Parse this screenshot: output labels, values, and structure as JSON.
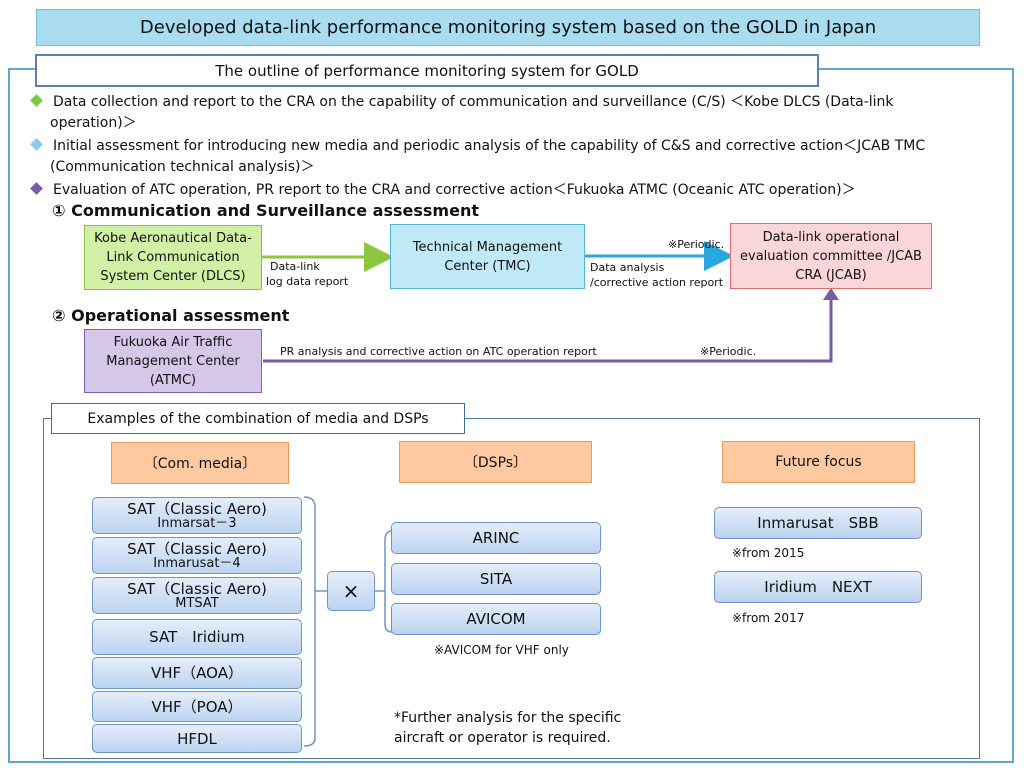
{
  "title": "Developed data-link performance monitoring system based on the GOLD in Japan",
  "outline": "The outline of performance monitoring  system for GOLD",
  "bullets": [
    {
      "color": "#7ac943",
      "line1": "Data collection and report to the CRA on the capability of communication and surveillance (C/S) ＜Kobe DLCS (Data-link",
      "line2": "operation)＞"
    },
    {
      "color": "#8ecae6",
      "line1": "Initial assessment for introducing new media and periodic analysis of the capability of C&S and corrective action＜JCAB TMC",
      "line2": "(Communication technical analysis)＞"
    },
    {
      "color": "#7a5aa3",
      "line1": "Evaluation of ATC operation, PR report to the CRA and corrective action＜Fukuoka ATMC (Oceanic ATC operation)＞",
      "line2": ""
    }
  ],
  "section1": "① Communication and Surveillance assessment",
  "section2": "② Operational assessment",
  "nodes": {
    "dlcs": "Kobe Aeronautical Data-Link Communication System Center (DLCS)",
    "tmc": "Technical Management Center (TMC)",
    "cra": "Data-link operational evaluation committee /JCAB CRA (JCAB)",
    "atmc": "Fukuoka Air Traffic Management Center (ATMC)"
  },
  "edges": {
    "dlcs_tmc_1": "Data-link",
    "dlcs_tmc_2": "log data report",
    "tmc_cra_1": "Data analysis",
    "tmc_cra_2": "/corrective action report",
    "tmc_cra_periodic": "※Periodic.",
    "atmc_cra": "PR analysis and corrective action on ATC operation report",
    "atmc_cra_periodic": "※Periodic."
  },
  "examples_label": "Examples of the combination of media and DSPs",
  "headers": {
    "media": "〔Com. media〕",
    "dsps": "〔DSPs〕",
    "future": "Future focus"
  },
  "media": [
    {
      "l1": "SAT（Classic Aero)",
      "l2": "Inmarsat－3"
    },
    {
      "l1": "SAT（Classic Aero)",
      "l2": "Inmarusat－4"
    },
    {
      "l1": "SAT（Classic Aero)",
      "l2": "MTSAT"
    },
    {
      "l1": "SAT　Iridium",
      "l2": ""
    },
    {
      "l1": "VHF（AOA）",
      "l2": ""
    },
    {
      "l1": "VHF（POA）",
      "l2": ""
    },
    {
      "l1": "HFDL",
      "l2": ""
    }
  ],
  "times": "×",
  "dsps": [
    "ARINC",
    "SITA",
    "AVICOM"
  ],
  "dsp_note": "※AVICOM for VHF only",
  "future": [
    {
      "label": "Inmarusat　SBB",
      "note": "※from 2015"
    },
    {
      "label": "Iridium　NEXT",
      "note": "※from 2017"
    }
  ],
  "footnote_1": "*Further analysis for the specific",
  "footnote_2": "aircraft or operator is required."
}
